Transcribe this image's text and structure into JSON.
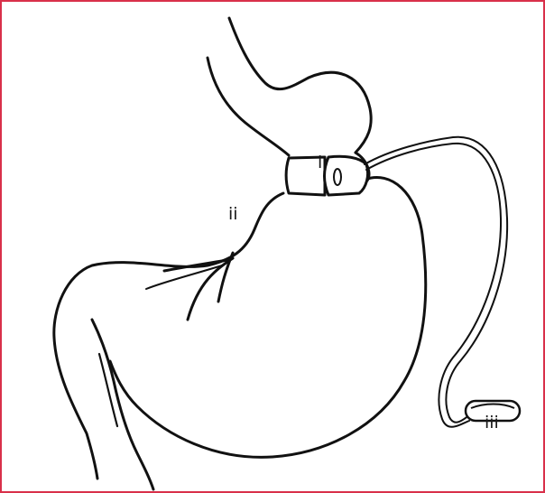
{
  "labels": {
    "i": "i",
    "ii": "ii",
    "iii": "iii"
  },
  "colors": {
    "border": "#d9304a",
    "line": "#111111",
    "background": "#ffffff"
  }
}
